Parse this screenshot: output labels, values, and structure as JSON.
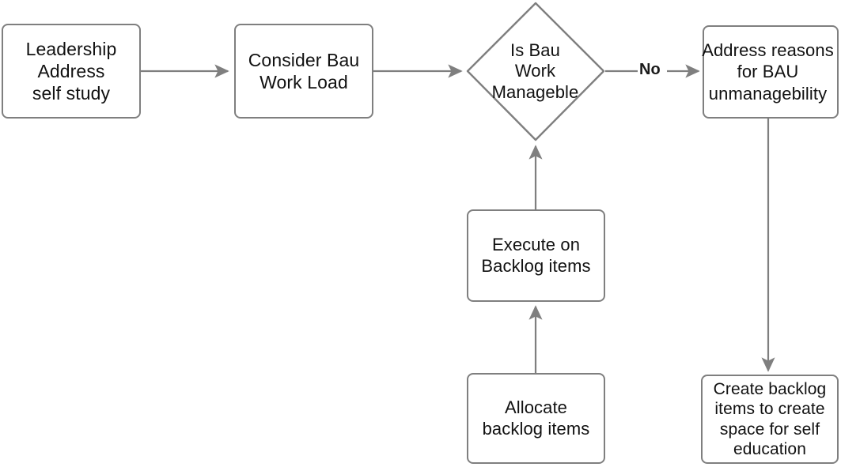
{
  "diagram": {
    "title": "BAU workload and self-study backlog flowchart",
    "colors": {
      "node_border": "#7f7f7f",
      "node_fill": "#ffffff",
      "edge": "#7f7f7f",
      "text": "#111111",
      "background": "#ffffff"
    },
    "nodes": [
      {
        "id": "leadership",
        "shape": "rounded-rectangle",
        "label": "Leadership\nAddress\nself study"
      },
      {
        "id": "consider",
        "shape": "rounded-rectangle",
        "label": "Consider Bau\nWork Load"
      },
      {
        "id": "decision",
        "shape": "diamond",
        "label": "Is Bau\nWork\nManageble"
      },
      {
        "id": "address",
        "shape": "rounded-rectangle",
        "label": "Address reasons\nfor BAU\nunmanagebility"
      },
      {
        "id": "execute",
        "shape": "rounded-rectangle",
        "label": "Execute on\nBacklog items"
      },
      {
        "id": "allocate",
        "shape": "rounded-rectangle",
        "label": "Allocate\nbacklog items"
      },
      {
        "id": "create",
        "shape": "rounded-rectangle",
        "label": "Create backlog\nitems to create\nspace for self\neducation"
      }
    ],
    "edges": [
      {
        "id": "e1",
        "from": "leadership",
        "to": "consider",
        "label": ""
      },
      {
        "id": "e2",
        "from": "consider",
        "to": "decision",
        "label": ""
      },
      {
        "id": "e3",
        "from": "decision",
        "to": "address",
        "label": "No"
      },
      {
        "id": "e4",
        "from": "execute",
        "to": "decision",
        "label": ""
      },
      {
        "id": "e5",
        "from": "allocate",
        "to": "execute",
        "label": ""
      },
      {
        "id": "e6",
        "from": "address",
        "to": "create",
        "label": ""
      }
    ],
    "edge_labels": {
      "no": "No"
    }
  }
}
